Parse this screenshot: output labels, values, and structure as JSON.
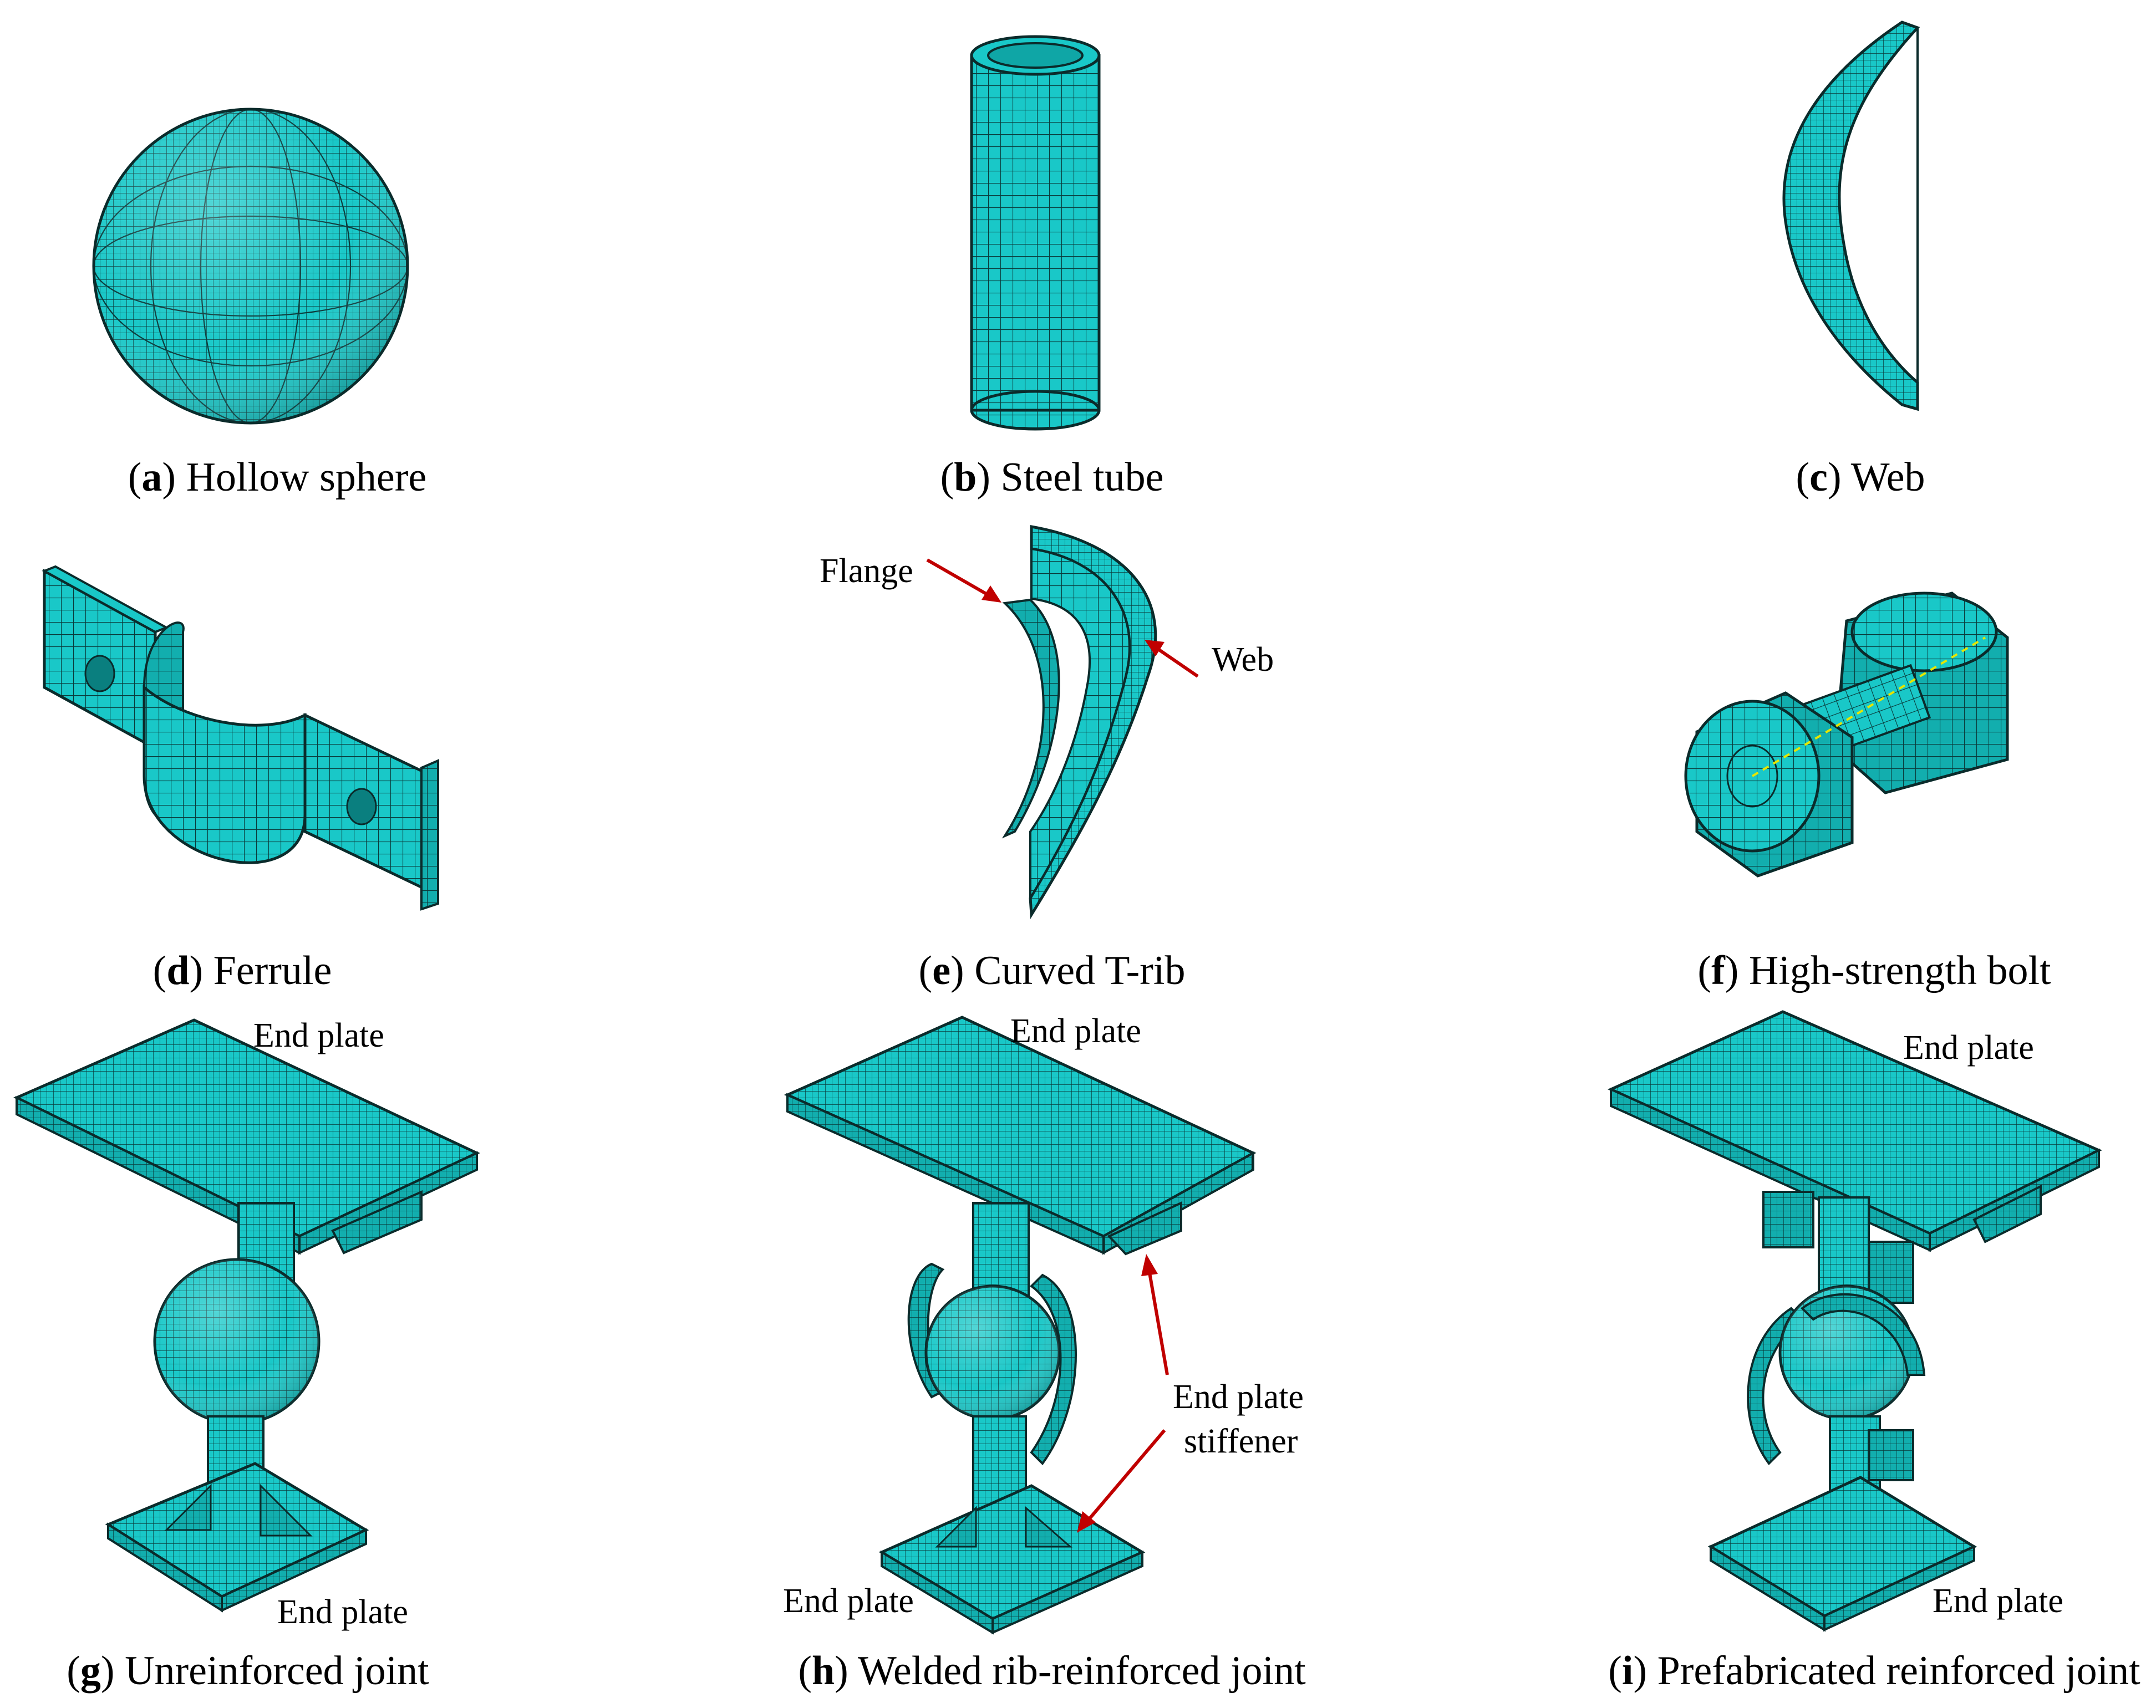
{
  "panels": [
    {
      "id": "a",
      "caption": "Hollow sphere",
      "labels": []
    },
    {
      "id": "b",
      "caption": "Steel tube",
      "labels": []
    },
    {
      "id": "c",
      "caption": "Web",
      "labels": []
    },
    {
      "id": "d",
      "caption": "Ferrule",
      "labels": []
    },
    {
      "id": "e",
      "caption": "Curved T-rib",
      "labels": [
        "Flange",
        "Web"
      ]
    },
    {
      "id": "f",
      "caption": "High-strength bolt",
      "labels": []
    },
    {
      "id": "g",
      "caption": "Unreinforced joint",
      "labels": [
        "End plate",
        "End plate"
      ]
    },
    {
      "id": "h",
      "caption": "Welded rib-reinforced joint",
      "labels": [
        "End plate",
        "End plate",
        "End plate",
        "stiffener"
      ]
    },
    {
      "id": "i",
      "caption": "Prefabricated reinforced joint",
      "labels": [
        "End plate",
        "End plate"
      ]
    }
  ],
  "colors": {
    "mesh_fill": "#19c8c8",
    "mesh_dark": "#0fa6a6",
    "mesh_line": "#0a3b3b",
    "arrow": "#c00000",
    "bolt_axis": "#e6e600"
  }
}
